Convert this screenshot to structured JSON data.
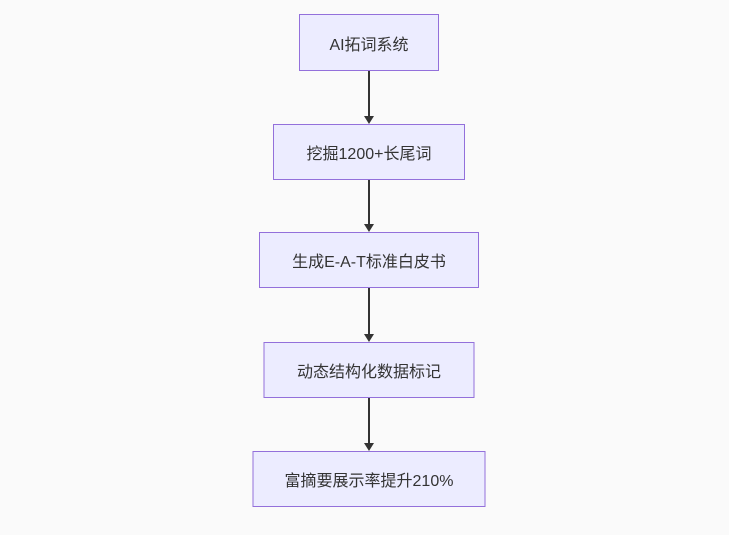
{
  "diagram": {
    "type": "flowchart",
    "direction": "top-down",
    "colors": {
      "background": "#fafafa",
      "node_fill": "#ECECFF",
      "node_border": "#9370DB",
      "text": "#333333",
      "arrow": "#333333"
    },
    "nodes": [
      {
        "id": "A",
        "label": "AI拓词系统"
      },
      {
        "id": "B",
        "label": "挖掘1200+长尾词"
      },
      {
        "id": "C",
        "label": "生成E-A-T标准白皮书"
      },
      {
        "id": "D",
        "label": "动态结构化数据标记"
      },
      {
        "id": "E",
        "label": "富摘要展示率提升210%"
      }
    ],
    "edges": [
      {
        "from": "AI拓词系统",
        "to": "挖掘1200+长尾词"
      },
      {
        "from": "挖掘1200+长尾词",
        "to": "生成E-A-T标准白皮书"
      },
      {
        "from": "生成E-A-T标准白皮书",
        "to": "动态结构化数据标记"
      },
      {
        "from": "动态结构化数据标记",
        "to": "富摘要展示率提升210%"
      }
    ]
  }
}
